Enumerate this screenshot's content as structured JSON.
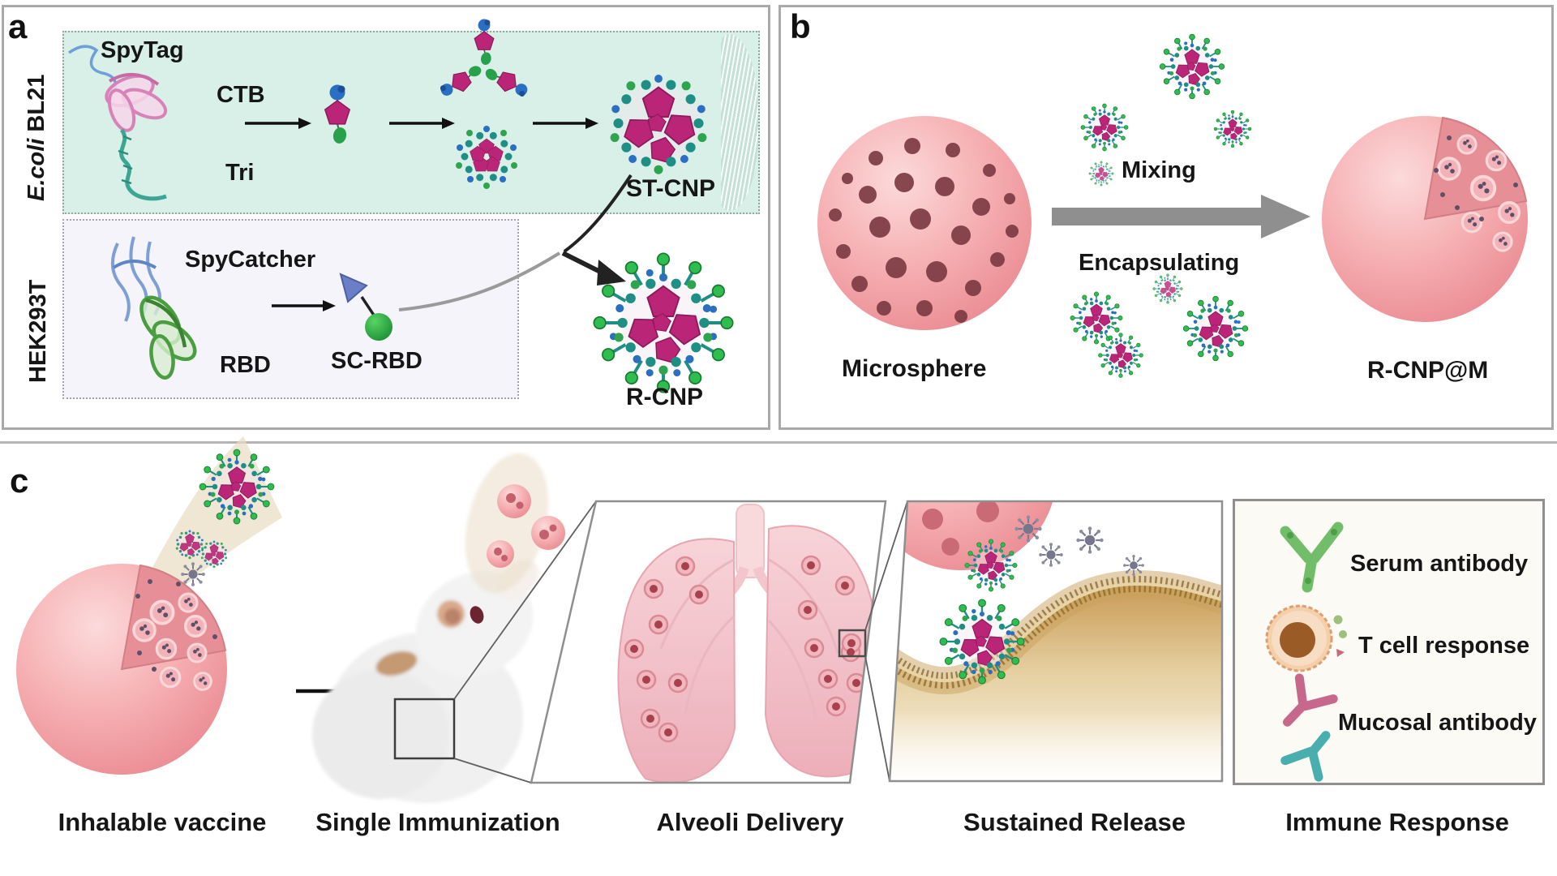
{
  "panels": {
    "a": {
      "tag": "a",
      "host1_italic": "E.coli",
      "host1_rest": "BL21",
      "spytag": "SpyTag",
      "ctb": "CTB",
      "tri": "Tri",
      "stcnp": "ST-CNP",
      "host2": "HEK293T",
      "spycatcher": "SpyCatcher",
      "rbd": "RBD",
      "scrbd": "SC-RBD",
      "rcnp": "R-CNP"
    },
    "b": {
      "tag": "b",
      "microsphere": "Microsphere",
      "mixing": "Mixing",
      "encapsulating": "Encapsulating",
      "rcnpm": "R-CNP@M"
    },
    "c": {
      "tag": "c",
      "steps": [
        "Inhalable vaccine",
        "Single Immunization",
        "Alveoli Delivery",
        "Sustained Release",
        "Immune Response"
      ],
      "legend": [
        {
          "label": "Serum antibody",
          "icon": "antibody-green-icon"
        },
        {
          "label": "T cell response",
          "icon": "t-cell-icon"
        },
        {
          "label": "Mucosal antibody",
          "icon": "antibody-pair-icon"
        }
      ]
    }
  },
  "colors": {
    "teal_box": "#d8f0e8",
    "hek_box": "#f5f4fb",
    "pink_sphere": "#f5adb0",
    "sphere_dot": "#7d3b44",
    "magenta": "#ba2578",
    "teal": "#1f8f85",
    "green": "#2ea44f",
    "blue": "#2b6fc2",
    "membrane_tan": "#c89a54",
    "border_gray": "#a9a9a9"
  }
}
